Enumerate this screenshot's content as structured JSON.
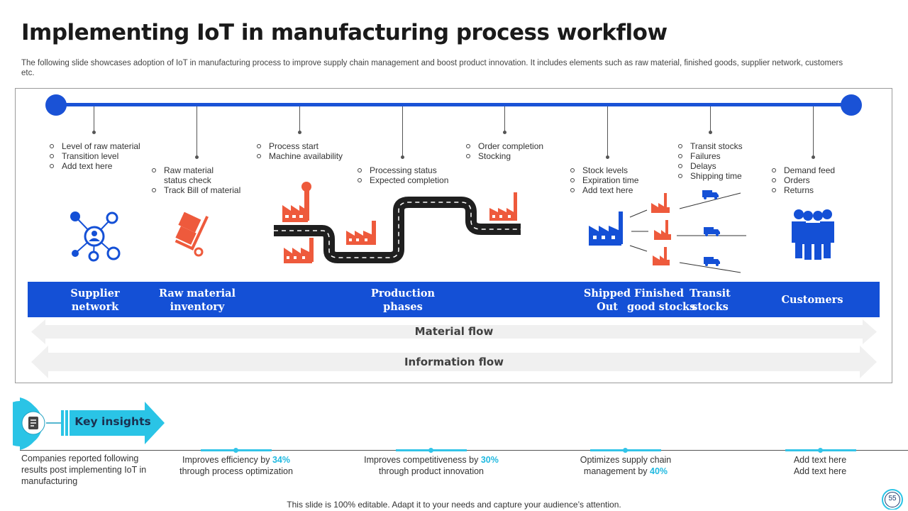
{
  "title": "Implementing IoT in manufacturing process workflow",
  "subtitle": "The following slide showcases adoption of IoT in manufacturing process to improve supply chain management and boost product innovation. It includes elements such as raw material, finished goods, supplier network, customers etc.",
  "colors": {
    "accent_blue": "#1450d6",
    "accent_red": "#ee5a3c",
    "accent_cyan": "#33c4e8",
    "flow_gray": "#f0f0f0"
  },
  "timeline": {
    "points": [
      {
        "items": [
          "Level of raw material",
          "Transition level",
          "Add text here"
        ]
      },
      {
        "items": [
          "Raw material status check",
          "Track Bill of material"
        ]
      },
      {
        "items": [
          "Process start",
          "Machine availability"
        ]
      },
      {
        "items": [
          "Processing status",
          "Expected completion"
        ]
      },
      {
        "items": [
          "Order completion",
          "Stocking"
        ]
      },
      {
        "items": [
          "Stock levels",
          "Expiration time",
          "Add text here"
        ]
      },
      {
        "items": [
          "Transit stocks",
          "Failures",
          "Delays",
          "Shipping time"
        ]
      },
      {
        "items": [
          "Demand feed",
          "Orders",
          "Returns"
        ]
      }
    ]
  },
  "icons": {
    "supplier": "network-icon",
    "raw_material": "hand-truck-icon",
    "production": "factory-road-icon",
    "warehouse": "factory-icon",
    "shipping": "truck-icon",
    "customers": "people-group-icon"
  },
  "stages": [
    {
      "line1": "Supplier",
      "line2": "network"
    },
    {
      "line1": "Raw material",
      "line2": "inventory"
    },
    {
      "line1": "Production",
      "line2": "phases"
    },
    {
      "line1": "Shipped",
      "line2": "Out"
    },
    {
      "line1": "Finished",
      "line2": "good stocks"
    },
    {
      "line1": "Transit",
      "line2": "stocks"
    },
    {
      "line1": "Customers",
      "line2": ""
    }
  ],
  "flows": {
    "material": "Material flow",
    "information": "Information flow"
  },
  "insights": {
    "label": "Key insights",
    "intro": "Companies reported following results post implementing IoT in manufacturing",
    "items": [
      {
        "pre": "Improves efficiency by ",
        "pct": "34%",
        "post": "through process optimization"
      },
      {
        "pre": "Improves competitiveness by ",
        "pct": "30%",
        "post": "through product innovation"
      },
      {
        "pre": "Optimizes supply chain management by ",
        "pct": "40%",
        "post": ""
      },
      {
        "pre": "Add text here",
        "pct": "",
        "post": "Add text here"
      }
    ]
  },
  "footer": "This slide is 100% editable. Adapt it to your needs and capture your audience’s attention.",
  "page_number": "55"
}
